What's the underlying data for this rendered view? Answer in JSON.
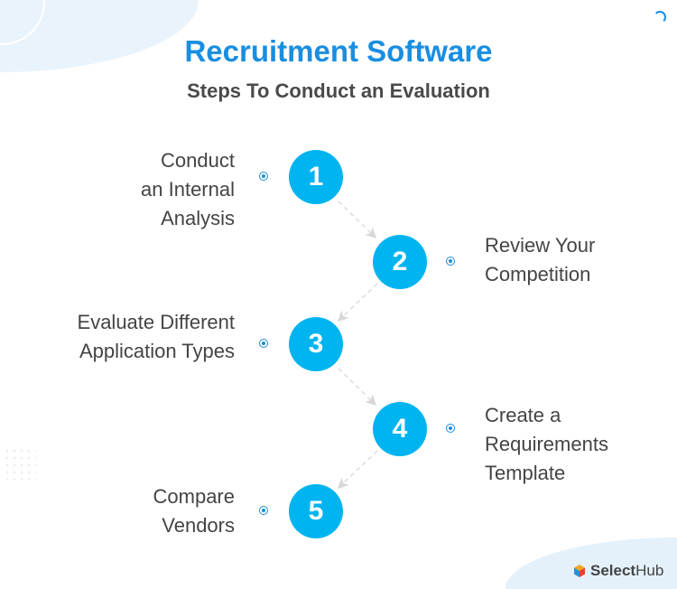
{
  "header": {
    "title": "Recruitment Software",
    "subtitle": "Steps To Conduct an Evaluation"
  },
  "steps": [
    {
      "number": "1",
      "label_lines": [
        "Conduct",
        "an Internal",
        "Analysis"
      ],
      "side": "left"
    },
    {
      "number": "2",
      "label_lines": [
        "Review Your",
        "Competition"
      ],
      "side": "right"
    },
    {
      "number": "3",
      "label_lines": [
        "Evaluate Different",
        "Application Types"
      ],
      "side": "left"
    },
    {
      "number": "4",
      "label_lines": [
        "Create a",
        "Requirements",
        "Template"
      ],
      "side": "right"
    },
    {
      "number": "5",
      "label_lines": [
        "Compare",
        "Vendors"
      ],
      "side": "left"
    }
  ],
  "logo": {
    "brand_bold": "Select",
    "brand_regular": "Hub"
  },
  "colors": {
    "accent": "#00b4f0",
    "title": "#1a8ee0",
    "text": "#444444"
  }
}
